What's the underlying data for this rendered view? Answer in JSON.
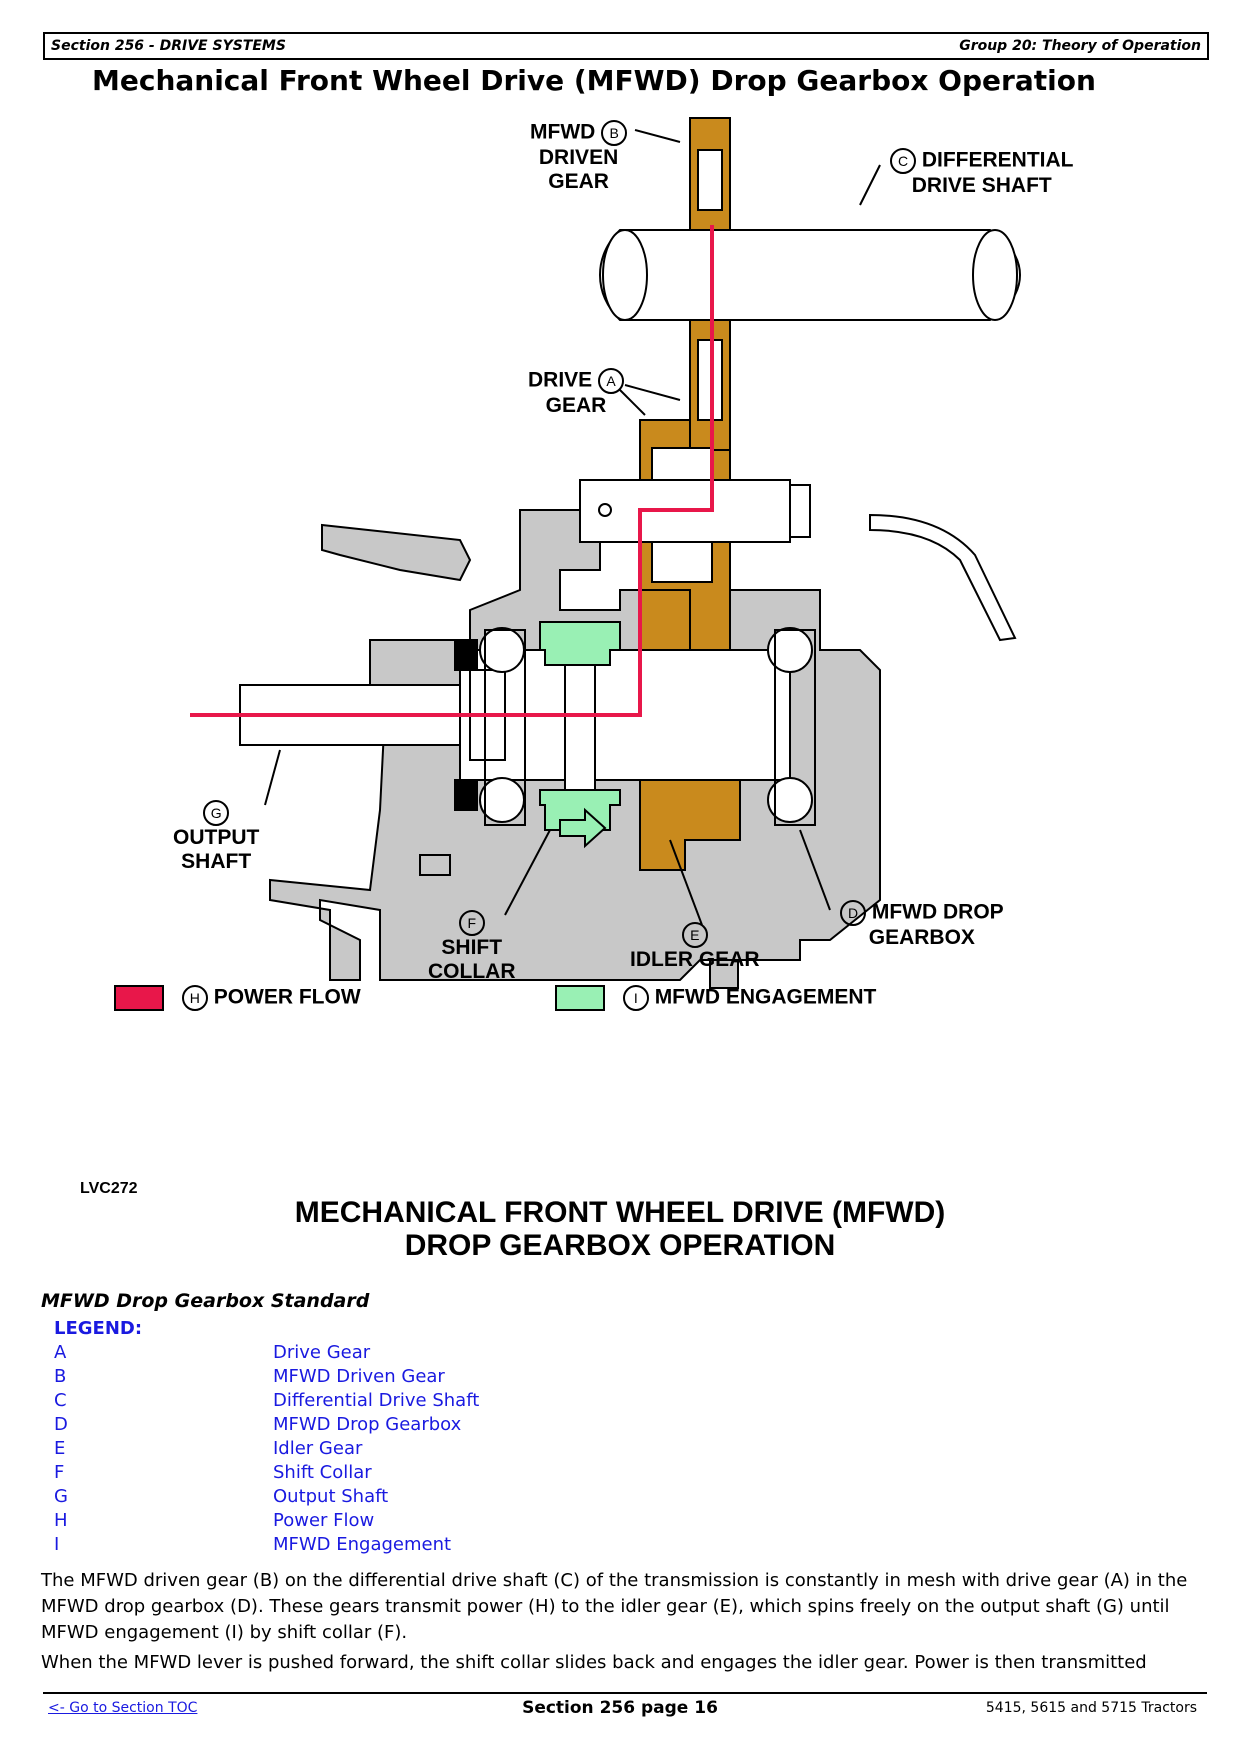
{
  "header": {
    "section": "Section 256 - DRIVE SYSTEMS",
    "group": "Group 20: Theory of Operation"
  },
  "page_title": "Mechanical Front Wheel Drive (MFWD) Drop Gearbox Operation",
  "figure": {
    "callouts": {
      "b": {
        "letter": "B",
        "line1": "MFWD",
        "line2": "DRIVEN",
        "line3": "GEAR"
      },
      "c": {
        "letter": "C",
        "line1": "DIFFERENTIAL",
        "line2": "DRIVE SHAFT"
      },
      "a": {
        "letter": "A",
        "line1": "DRIVE",
        "line2": "GEAR"
      },
      "g": {
        "letter": "G",
        "line1": "OUTPUT",
        "line2": "SHAFT"
      },
      "f": {
        "letter": "F",
        "line1": "SHIFT",
        "line2": "COLLAR"
      },
      "e": {
        "letter": "E",
        "line1": "IDLER GEAR"
      },
      "d": {
        "letter": "D",
        "line1": "MFWD DROP",
        "line2": "GEARBOX"
      }
    },
    "key": [
      {
        "letter": "H",
        "label": "POWER FLOW",
        "color": "#e8174a"
      },
      {
        "letter": "I",
        "label": "MFWD ENGAGEMENT",
        "color": "#99f0b4"
      }
    ],
    "colors": {
      "gear": "#c98a1d",
      "housing": "#c8c8c8",
      "flow": "#e8174a",
      "engage": "#99f0b4"
    },
    "figure_id": "LVC272",
    "caption_line1": "MECHANICAL FRONT WHEEL DRIVE (MFWD)",
    "caption_line2": "DROP GEARBOX OPERATION"
  },
  "subheading": "MFWD Drop Gearbox Standard",
  "legend": {
    "title": "LEGEND:",
    "items": [
      {
        "key": "A",
        "value": "Drive Gear"
      },
      {
        "key": "B",
        "value": "MFWD Driven Gear"
      },
      {
        "key": "C",
        "value": "Differential Drive Shaft"
      },
      {
        "key": "D",
        "value": "MFWD Drop Gearbox"
      },
      {
        "key": "E",
        "value": "Idler Gear"
      },
      {
        "key": "F",
        "value": "Shift Collar"
      },
      {
        "key": "G",
        "value": "Output Shaft"
      },
      {
        "key": "H",
        "value": "Power Flow"
      },
      {
        "key": "I",
        "value": "MFWD Engagement"
      }
    ]
  },
  "paragraphs": [
    "The MFWD driven gear (B) on the differential drive shaft (C) of the transmission is constantly in mesh with drive gear (A) in the MFWD drop gearbox (D). These gears transmit power (H) to the idler gear (E), which spins freely on the output shaft (G) until MFWD engagement (I) by shift collar (F).",
    "When the MFWD lever is pushed forward, the shift collar slides back and engages the idler gear. Power is then transmitted"
  ],
  "footer": {
    "toc_link": "<- Go to Section TOC",
    "page": "Section 256 page 16",
    "models": "5415, 5615 and 5715 Tractors"
  }
}
